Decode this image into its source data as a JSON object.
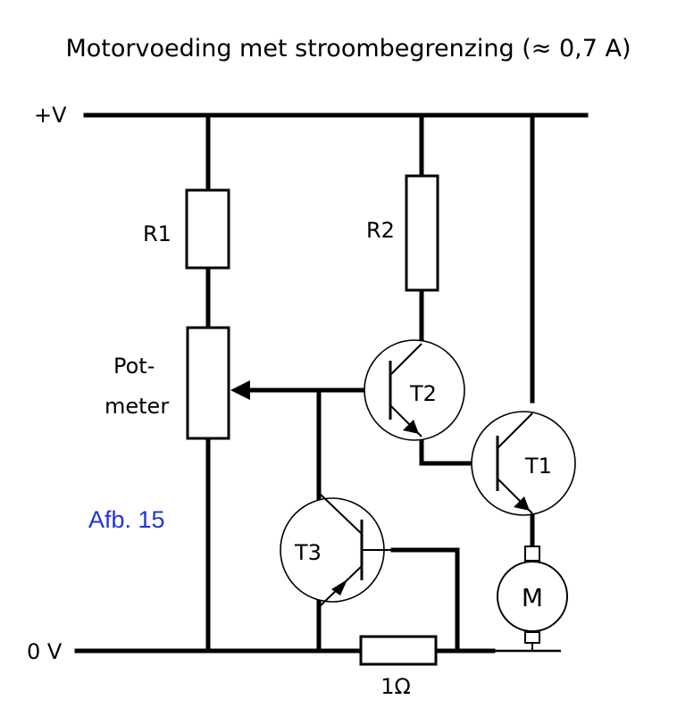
{
  "title": "Motorvoeding met stroombegrenzing (≈ 0,7 A)",
  "figure_label": "Afb. 15",
  "rails": {
    "positive": "+V",
    "ground": "0 V"
  },
  "components": {
    "r1": "R1",
    "r2": "R2",
    "pot_line1": "Pot-",
    "pot_line2": "meter",
    "t1": "T1",
    "t2": "T2",
    "t3": "T3",
    "motor": "M",
    "shunt": "1Ω"
  }
}
